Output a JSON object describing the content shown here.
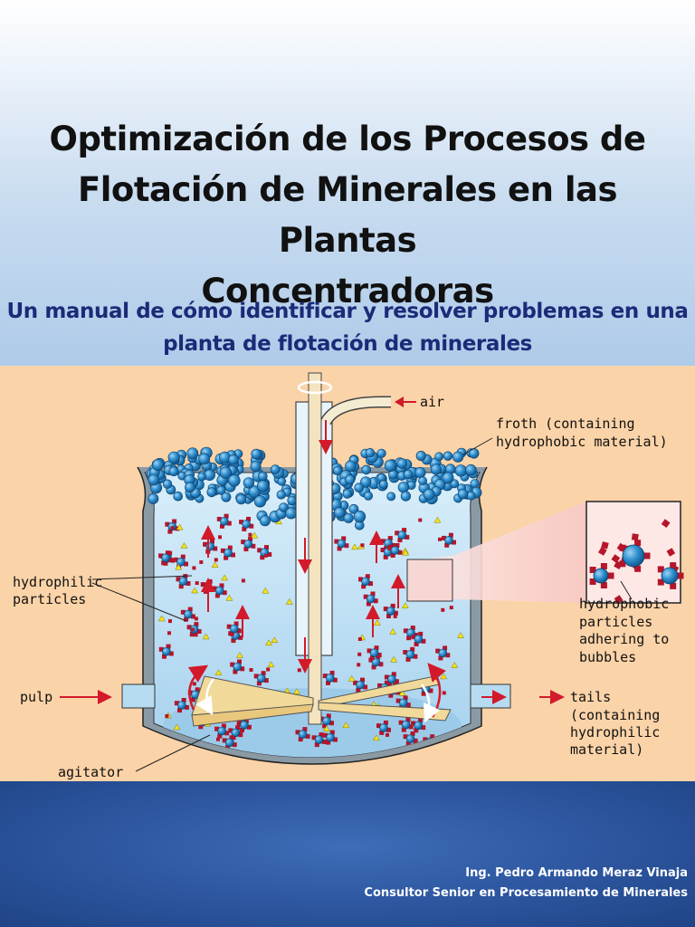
{
  "header": {
    "title_lines": [
      "Optimización de los Procesos de",
      "Flotación de Minerales en las Plantas",
      "Concentradoras"
    ],
    "subtitle_lines": [
      "Un manual de cómo identificar y resolver problemas en una",
      "planta de flotación de minerales"
    ]
  },
  "diagram": {
    "labels": {
      "air": "air",
      "froth": [
        "froth (containing",
        "hydrophobic material)"
      ],
      "hydrophilic": [
        "hydrophilic",
        "particles"
      ],
      "hydrophobic": [
        "hydrophobic",
        "particles",
        "adhering to",
        "bubbles"
      ],
      "pulp": "pulp",
      "tails": [
        "tails",
        "(containing",
        "hydrophilic",
        "material)"
      ],
      "agitator": "agitator"
    },
    "colors": {
      "background": "#fbd3a8",
      "liquid": "#a9d4ef",
      "bubble": "#2e8fcf",
      "particle_red": "#b5152b",
      "particle_yellow": "#f2e21b",
      "agitator": "#f1d99a"
    }
  },
  "footer": {
    "author_name": "Ing. Pedro Armando Meraz Vinaja",
    "author_role": "Consultor Senior en Procesamiento de Minerales"
  }
}
